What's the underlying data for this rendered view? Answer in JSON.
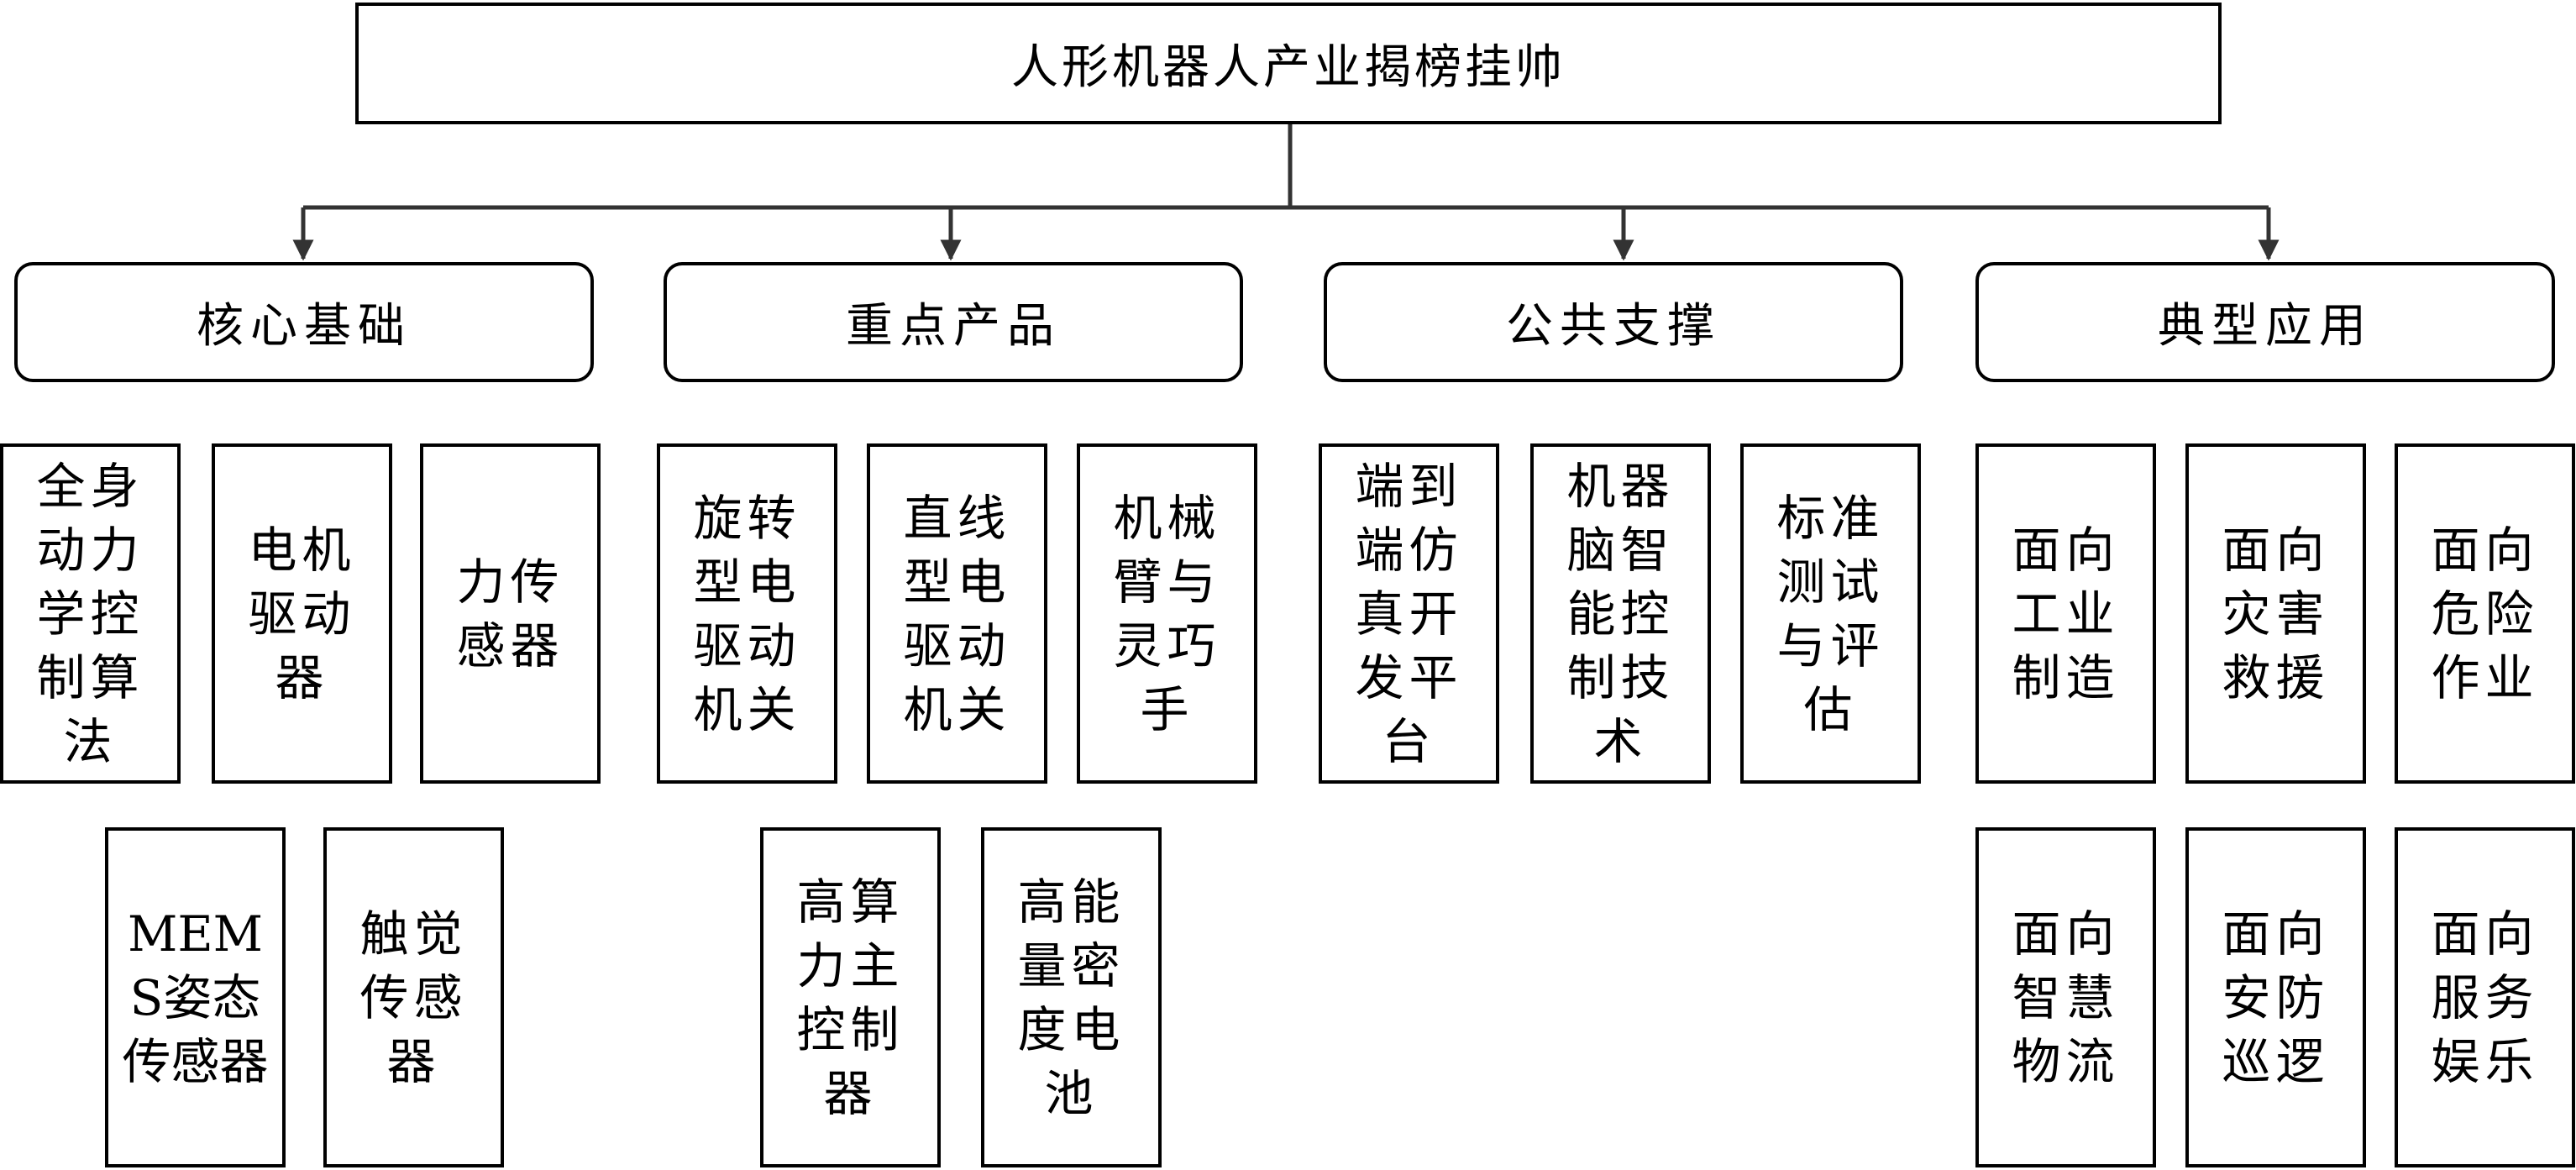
{
  "title": "人形机器人产业揭榜挂帅",
  "categories": [
    {
      "label": "核心基础"
    },
    {
      "label": "重点产品"
    },
    {
      "label": "公共支撑"
    },
    {
      "label": "典型应用"
    }
  ],
  "leaves": {
    "core": [
      "全身动力学控制算法",
      "电机驱动器",
      "力传感器",
      "MEMS姿态传感器",
      "触觉传感器"
    ],
    "products": [
      "旋转型电驱动机关",
      "直线型电驱动机关",
      "机械臂与灵巧手",
      "高算力主控制器",
      "高能量密度电池"
    ],
    "support": [
      "端到端仿真开发平台",
      "机器脑智能控制技术",
      "标准测试与评估"
    ],
    "applications": [
      "面向工业制造",
      "面向灾害救援",
      "面向危险作业",
      "面向智慧物流",
      "面向安防巡逻",
      "面向服务娱乐"
    ]
  }
}
